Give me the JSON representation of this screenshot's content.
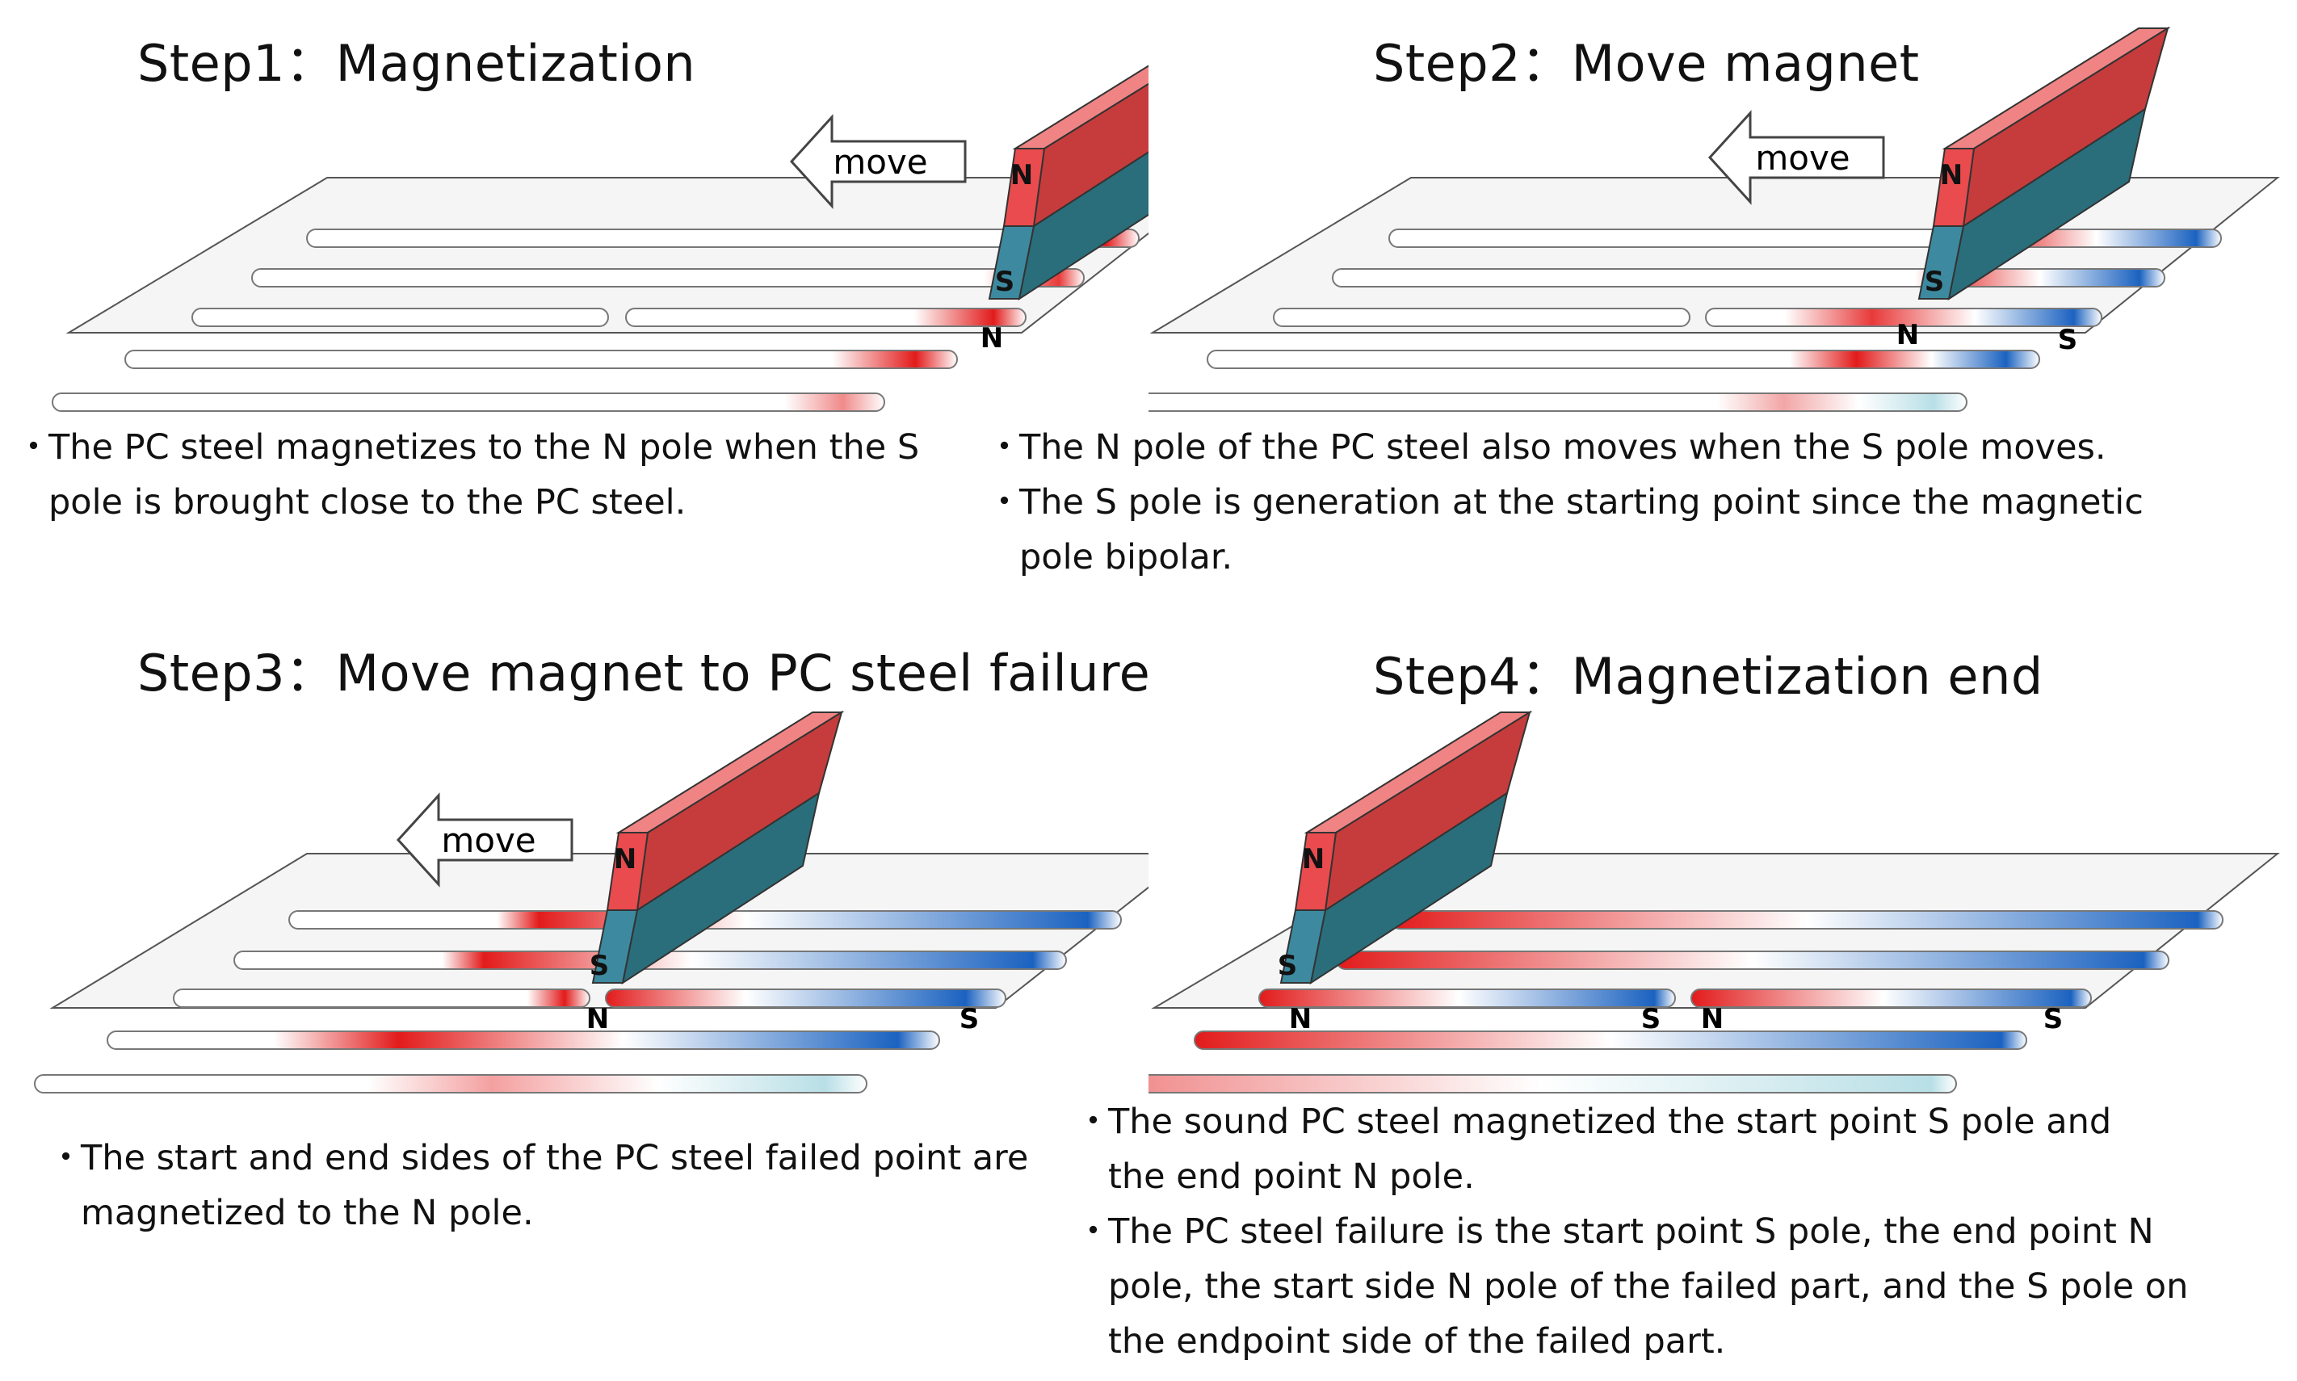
{
  "colors": {
    "magnet_n": "#e8474a",
    "magnet_s": "#2d6e7c",
    "plate": "#f5f5f5",
    "n_magnetized": "#e21b1b",
    "s_magnetized": "#1b62c0"
  },
  "labels": {
    "move": "move",
    "n": "N",
    "s": "S"
  },
  "panels": [
    {
      "title": "Step1：Magnetization",
      "notes": [
        "The PC steel magnetizes to the N pole when the S pole is brought close to the PC steel."
      ]
    },
    {
      "title": "Step2：Move magnet",
      "notes": [
        "The N pole of the PC steel also moves when the S pole moves.",
        "The S pole is generation at the starting point since the magnetic pole bipolar."
      ]
    },
    {
      "title": "Step3：Move magnet to PC steel failure",
      "notes": [
        "The start and end sides of the PC steel failed point are magnetized to the N pole."
      ]
    },
    {
      "title": "Step4：Magnetization end",
      "notes": [
        "The sound PC steel magnetized the start point S pole and the end point N pole.",
        "The PC steel failure is the start point S pole, the end point N pole, the start side N pole of the failed part, and the S pole on the endpoint side of the failed part."
      ]
    }
  ],
  "bullet": "・"
}
